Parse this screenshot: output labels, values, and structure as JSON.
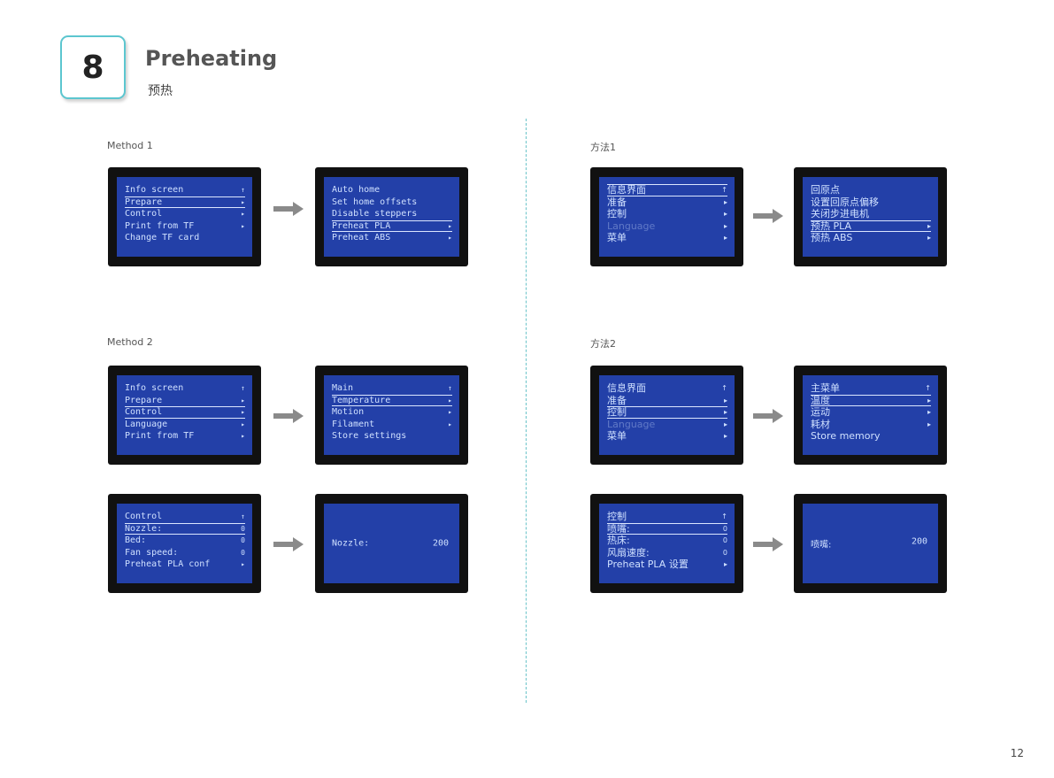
{
  "header": {
    "step_number": "8",
    "title": "Preheating",
    "subtitle": "预热"
  },
  "page_number": "12",
  "colors": {
    "accent": "#5cc6cf",
    "lcd_blue": "#2340a8",
    "lcd_bezel": "#111111",
    "arrow": "#8a8a8a"
  },
  "methods": {
    "en1": "Method 1",
    "en2": "Method 2",
    "cn1": "方法1",
    "cn2": "方法2"
  },
  "screens": {
    "en_m1_a": {
      "rows": [
        {
          "label": "Info screen",
          "arrow": "↑"
        },
        {
          "label": "Prepare",
          "arrow": "▸",
          "selected": true
        },
        {
          "label": "Control",
          "arrow": "▸"
        },
        {
          "label": "Print from TF",
          "arrow": "▸"
        },
        {
          "label": "Change TF card",
          "arrow": ""
        }
      ]
    },
    "en_m1_b": {
      "rows": [
        {
          "label": "Auto home",
          "arrow": ""
        },
        {
          "label": "Set home offsets",
          "arrow": ""
        },
        {
          "label": "Disable steppers",
          "arrow": ""
        },
        {
          "label": "Preheat PLA",
          "arrow": "▸",
          "selected": true
        },
        {
          "label": "Preheat ABS",
          "arrow": "▸"
        }
      ]
    },
    "en_m2_a": {
      "rows": [
        {
          "label": "Info screen",
          "arrow": "↑"
        },
        {
          "label": "Prepare",
          "arrow": "▸"
        },
        {
          "label": "Control",
          "arrow": "▸",
          "selected": true
        },
        {
          "label": "Language",
          "arrow": "▸"
        },
        {
          "label": "Print from TF",
          "arrow": "▸"
        }
      ]
    },
    "en_m2_b": {
      "rows": [
        {
          "label": "Main",
          "arrow": "↑"
        },
        {
          "label": "Temperature",
          "arrow": "▸",
          "selected": true
        },
        {
          "label": "Motion",
          "arrow": "▸"
        },
        {
          "label": "Filament",
          "arrow": "▸"
        },
        {
          "label": "Store settings",
          "arrow": ""
        }
      ]
    },
    "en_m2_c": {
      "rows": [
        {
          "label": "Control",
          "arrow": "↑"
        },
        {
          "label": "Nozzle:",
          "arrow": "0",
          "selected": true
        },
        {
          "label": "Bed:",
          "arrow": "0"
        },
        {
          "label": "Fan speed:",
          "arrow": "0"
        },
        {
          "label": "Preheat PLA conf",
          "arrow": "▸"
        }
      ]
    },
    "en_m2_d": {
      "label": "Nozzle:",
      "value": "200"
    },
    "cn_m1_a": {
      "rows": [
        {
          "label": "信息界面",
          "arrow": "↑",
          "selected": true
        },
        {
          "label": "准备",
          "arrow": "▸"
        },
        {
          "label": "控制",
          "arrow": "▸"
        },
        {
          "label": "Language",
          "arrow": "▸",
          "dim": true
        },
        {
          "label": "菜单",
          "arrow": "▸"
        }
      ]
    },
    "cn_m1_b": {
      "rows": [
        {
          "label": "回原点",
          "arrow": ""
        },
        {
          "label": "设置回原点偏移",
          "arrow": ""
        },
        {
          "label": "关闭步进电机",
          "arrow": ""
        },
        {
          "label": "预热 PLA",
          "arrow": "▸",
          "selected": true
        },
        {
          "label": "预热 ABS",
          "arrow": "▸"
        }
      ]
    },
    "cn_m2_a": {
      "rows": [
        {
          "label": "信息界面",
          "arrow": "↑"
        },
        {
          "label": "准备",
          "arrow": "▸"
        },
        {
          "label": "控制",
          "arrow": "▸",
          "selected": true
        },
        {
          "label": "Language",
          "arrow": "▸",
          "dim": true
        },
        {
          "label": "菜单",
          "arrow": "▸"
        }
      ]
    },
    "cn_m2_b": {
      "rows": [
        {
          "label": "主菜单",
          "arrow": "↑"
        },
        {
          "label": "温度",
          "arrow": "▸",
          "selected": true
        },
        {
          "label": "运动",
          "arrow": "▸"
        },
        {
          "label": "耗材",
          "arrow": "▸"
        },
        {
          "label": "Store memory",
          "arrow": ""
        }
      ]
    },
    "cn_m2_c": {
      "rows": [
        {
          "label": "控制",
          "arrow": "↑"
        },
        {
          "label": "喷嘴:",
          "arrow": "0",
          "selected": true
        },
        {
          "label": "热床:",
          "arrow": "0"
        },
        {
          "label": "风扇速度:",
          "arrow": "0"
        },
        {
          "label": "Preheat PLA 设置",
          "arrow": "▸"
        }
      ]
    },
    "cn_m2_d": {
      "label": "喷嘴:",
      "value": "200"
    }
  }
}
